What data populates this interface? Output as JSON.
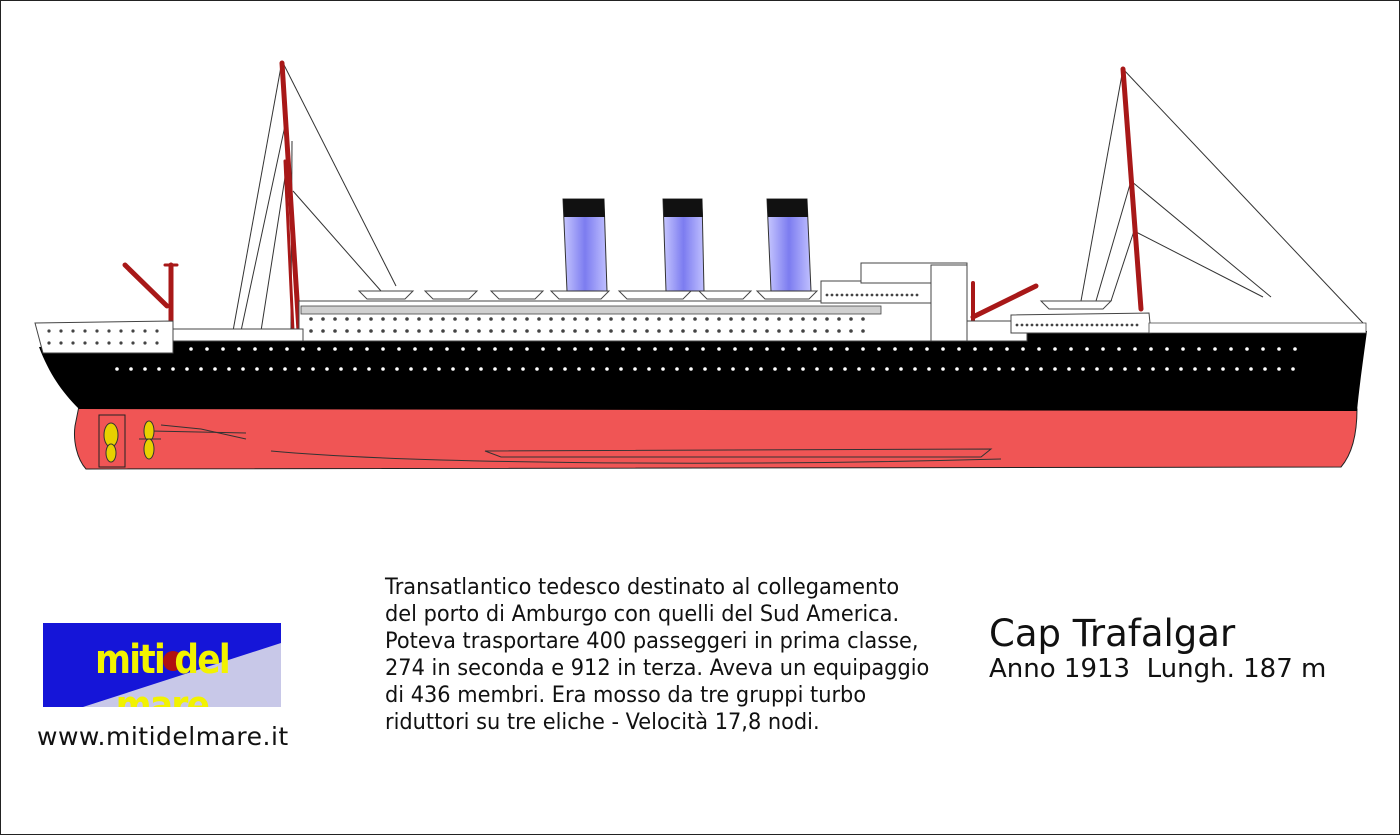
{
  "ship": {
    "name": "Cap Trafalgar",
    "specs": "Anno 1913  Lungh. 187 m"
  },
  "description": [
    "Transatlantico tedesco destinato al collegamento",
    "del porto di Amburgo con quelli del Sud America.",
    "Poteva trasportare 400 passeggeri in prima classe,",
    "274 in seconda e 912 in terza. Aveva un equipaggio",
    "di 436 membri. Era mosso da tre gruppi turbo",
    "riduttori su tre eliche - Velocità 17,8 nodi."
  ],
  "logo": {
    "text": "miti del mare"
  },
  "website": "www.mitidelmare.it",
  "colors": {
    "hull_upper": "#000000",
    "hull_lower": "#f05555",
    "mast": "#a81818",
    "funnel": "#8080f0",
    "logo_bg": "#1515d8",
    "logo_text": "#f2f200"
  }
}
